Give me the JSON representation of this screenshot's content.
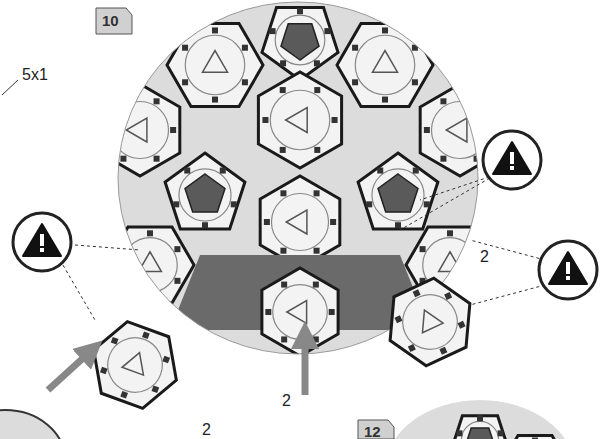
{
  "diagram": {
    "labels": [
      "10",
      "5x1",
      "2",
      "2",
      "2",
      "12"
    ]
  }
}
